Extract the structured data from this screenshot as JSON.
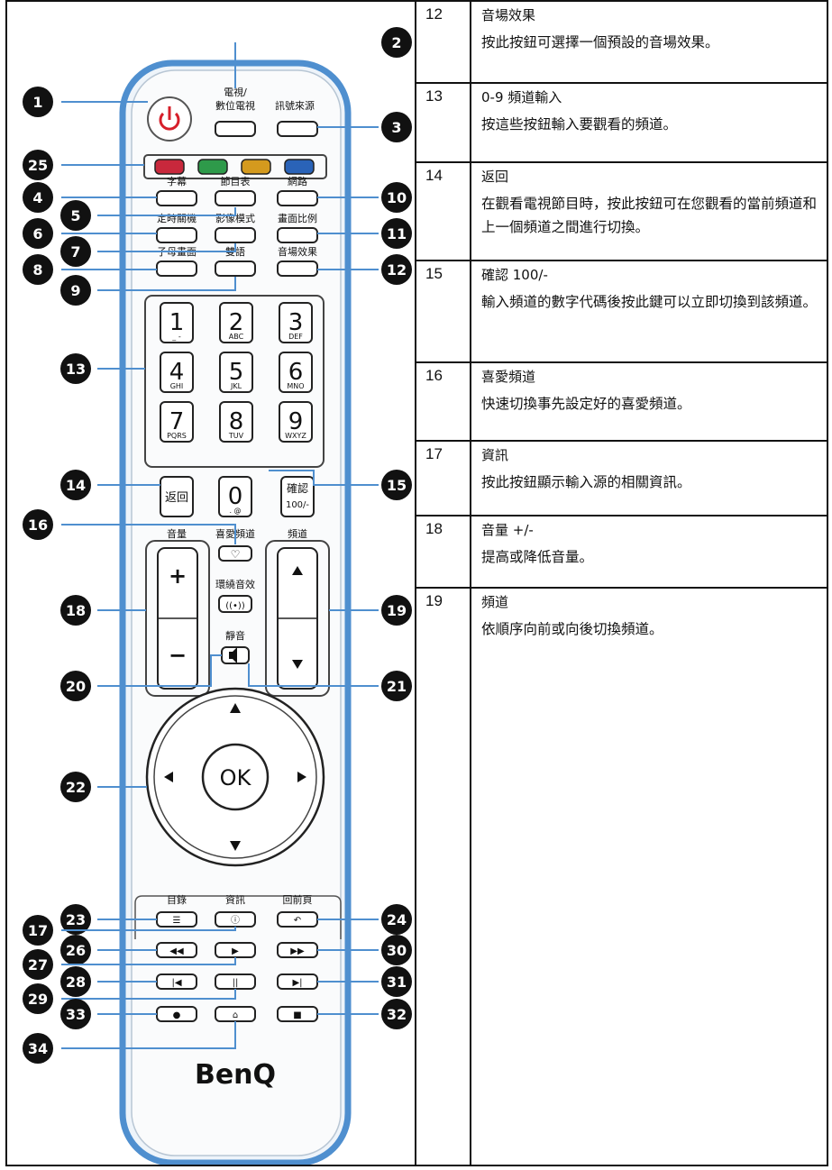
{
  "remote": {
    "buttons": {
      "tv_dtv_line1": "電視/",
      "tv_dtv_line2": "數位電視",
      "source": "訊號來源",
      "subtitle": "字幕",
      "program_guide": "節目表",
      "network": "網路",
      "sleep_timer": "定時關機",
      "picture_mode": "影像模式",
      "aspect_ratio": "畫面比例",
      "pip": "子母畫面",
      "dual_audio": "雙語",
      "sound_effect": "音場效果",
      "back": "返回",
      "confirm_line1": "確認",
      "confirm_line2": "100/-",
      "favorite": "喜愛頻道",
      "volume": "音量",
      "channel": "頻道",
      "surround": "環繞音效",
      "mute": "靜音",
      "ok": "OK",
      "menu": "目錄",
      "info": "資訊",
      "return": "回前頁",
      "plus": "+",
      "minus": "−"
    },
    "number_keys": [
      {
        "digit": "1",
        "letters": "_ -"
      },
      {
        "digit": "2",
        "letters": "ABC"
      },
      {
        "digit": "3",
        "letters": "DEF"
      },
      {
        "digit": "4",
        "letters": "GHI"
      },
      {
        "digit": "5",
        "letters": "JKL"
      },
      {
        "digit": "6",
        "letters": "MNO"
      },
      {
        "digit": "7",
        "letters": "PQRS"
      },
      {
        "digit": "8",
        "letters": "TUV"
      },
      {
        "digit": "9",
        "letters": "WXYZ"
      },
      {
        "digit": "0",
        "letters": ". @"
      }
    ],
    "color_keys": [
      "#c8283c",
      "#2e9a4a",
      "#d49a1e",
      "#2a63b8"
    ],
    "logo": "BenQ",
    "callouts": [
      "1",
      "2",
      "3",
      "4",
      "5",
      "6",
      "7",
      "8",
      "9",
      "10",
      "11",
      "12",
      "13",
      "14",
      "15",
      "16",
      "17",
      "18",
      "19",
      "20",
      "21",
      "22",
      "23",
      "24",
      "25",
      "26",
      "27",
      "28",
      "29",
      "30",
      "31",
      "32",
      "33",
      "34"
    ]
  },
  "table": [
    {
      "num": "12",
      "title": "音場效果",
      "desc": "按此按鈕可選擇一個預設的音場效果。"
    },
    {
      "num": "13",
      "title": "0-9 頻道輸入",
      "desc": "按這些按鈕輸入要觀看的頻道。"
    },
    {
      "num": "14",
      "title": "返回",
      "desc": "在觀看電視節目時，按此按鈕可在您觀看的當前頻道和上一個頻道之間進行切換。"
    },
    {
      "num": "15",
      "title": "確認 100/-",
      "desc": "輸入頻道的數字代碼後按此鍵可以立即切換到該頻道。"
    },
    {
      "num": "16",
      "title": "喜愛頻道",
      "desc": "快速切換事先設定好的喜愛頻道。"
    },
    {
      "num": "17",
      "title": "資訊",
      "desc": "按此按鈕顯示輸入源的相關資訊。"
    },
    {
      "num": "18",
      "title": "音量 +/-",
      "desc": "提高或降低音量。"
    },
    {
      "num": "19",
      "title": "頻道",
      "desc": "依順序向前或向後切換頻道。"
    }
  ]
}
